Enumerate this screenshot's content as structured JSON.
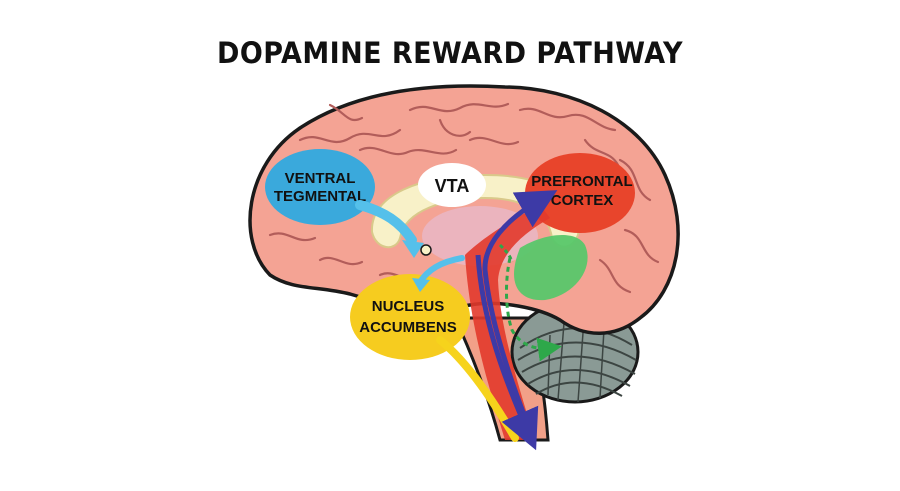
{
  "title": "DOPAMINE REWARD PATHWAY",
  "labels": {
    "ventral_tegmental": [
      "VENTRAL",
      "TEGMENTAL"
    ],
    "vta": "VTA",
    "prefrontal_cortex": [
      "PREFRONTAL",
      "CORTEX"
    ],
    "nucleus_accumbens": [
      "NUCLEUS",
      "ACCUMBENS"
    ]
  },
  "colors": {
    "cortex": "#f4a394",
    "gyri_lines": "#b25d5a",
    "outline": "#1a1a1a",
    "ventral_tegmental": "#3aa9dc",
    "vta": "#ffffff",
    "prefrontal_cortex": "#e8452c",
    "nucleus_accumbens": "#f6cc1f",
    "green_region": "#59c76a",
    "pathway_purple": "#3d3aa6",
    "pathway_red": "#e23a2c",
    "pathway_yellow": "#f6d31c",
    "pathway_blue": "#55c0ea",
    "cerebellum": "#8a9a95",
    "corpus_callosum": "#f8f1c8"
  }
}
